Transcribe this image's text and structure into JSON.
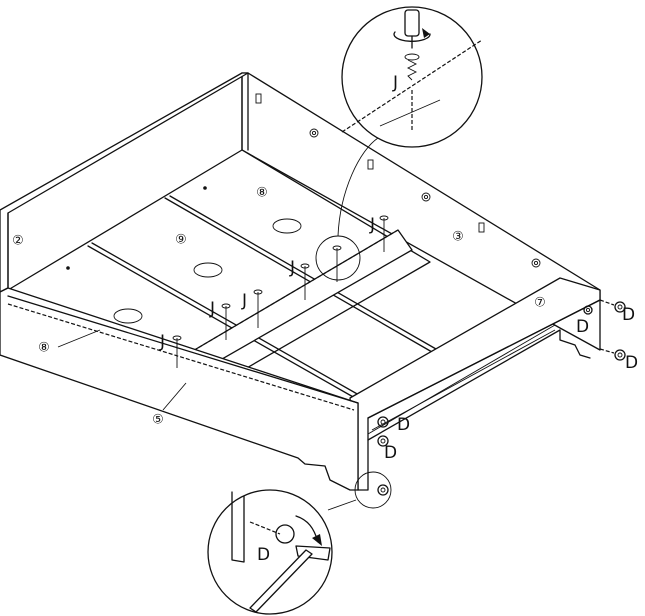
{
  "part_numbers": {
    "n2": "②",
    "n3": "③",
    "n5": "⑤",
    "n7": "⑦",
    "n8_top": "⑧",
    "n8_left": "⑧",
    "n9": "⑨"
  },
  "fastener_labels": {
    "j_detail": "J",
    "j1": "J",
    "j2": "J",
    "j3": "J",
    "j4": "J",
    "j5": "J",
    "d1": "D",
    "d2": "D",
    "d3": "D",
    "d4": "D",
    "d5": "D",
    "d_detail": "D"
  },
  "icons": {
    "screwdriver": "screwdriver-icon",
    "hammer": "hammer-icon",
    "rotation_arrow": "rotation-arrow-icon",
    "screw": "screw-icon",
    "dowel": "dowel-icon"
  }
}
